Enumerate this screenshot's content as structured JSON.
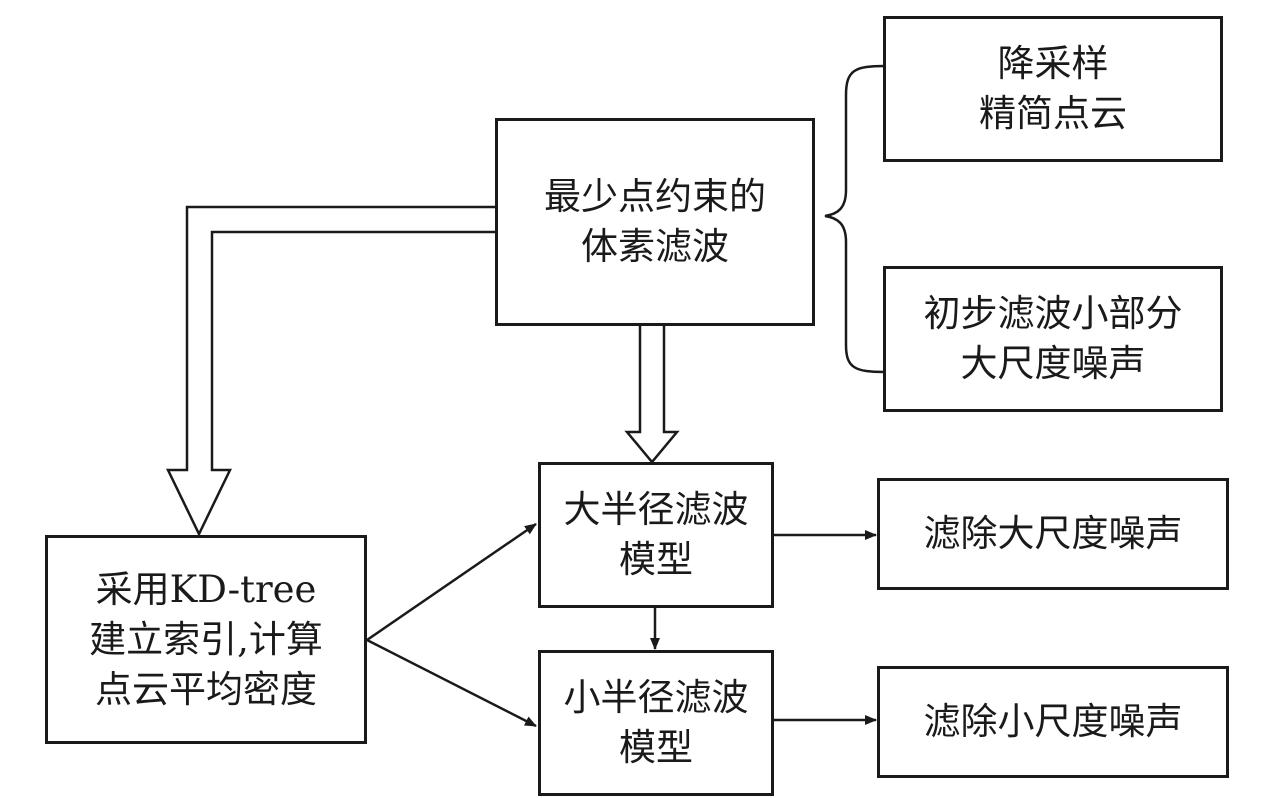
{
  "diagram": {
    "downsample": {
      "line1": "降采样",
      "line2": "精简点云"
    },
    "voxel_filter": {
      "line1": "最少点约束的",
      "line2": "体素滤波"
    },
    "initial_filter": {
      "line1": "初步滤波小部分",
      "line2": "大尺度噪声"
    },
    "kdtree": {
      "line1": "采用KD-tree",
      "line2": "建立索引,计算",
      "line3": "点云平均密度"
    },
    "large_radius": {
      "line1": "大半径滤波",
      "line2": "模型"
    },
    "small_radius": {
      "line1": "小半径滤波",
      "line2": "模型"
    },
    "remove_large": {
      "label": "滤除大尺度噪声"
    },
    "remove_small": {
      "label": "滤除小尺度噪声"
    }
  }
}
